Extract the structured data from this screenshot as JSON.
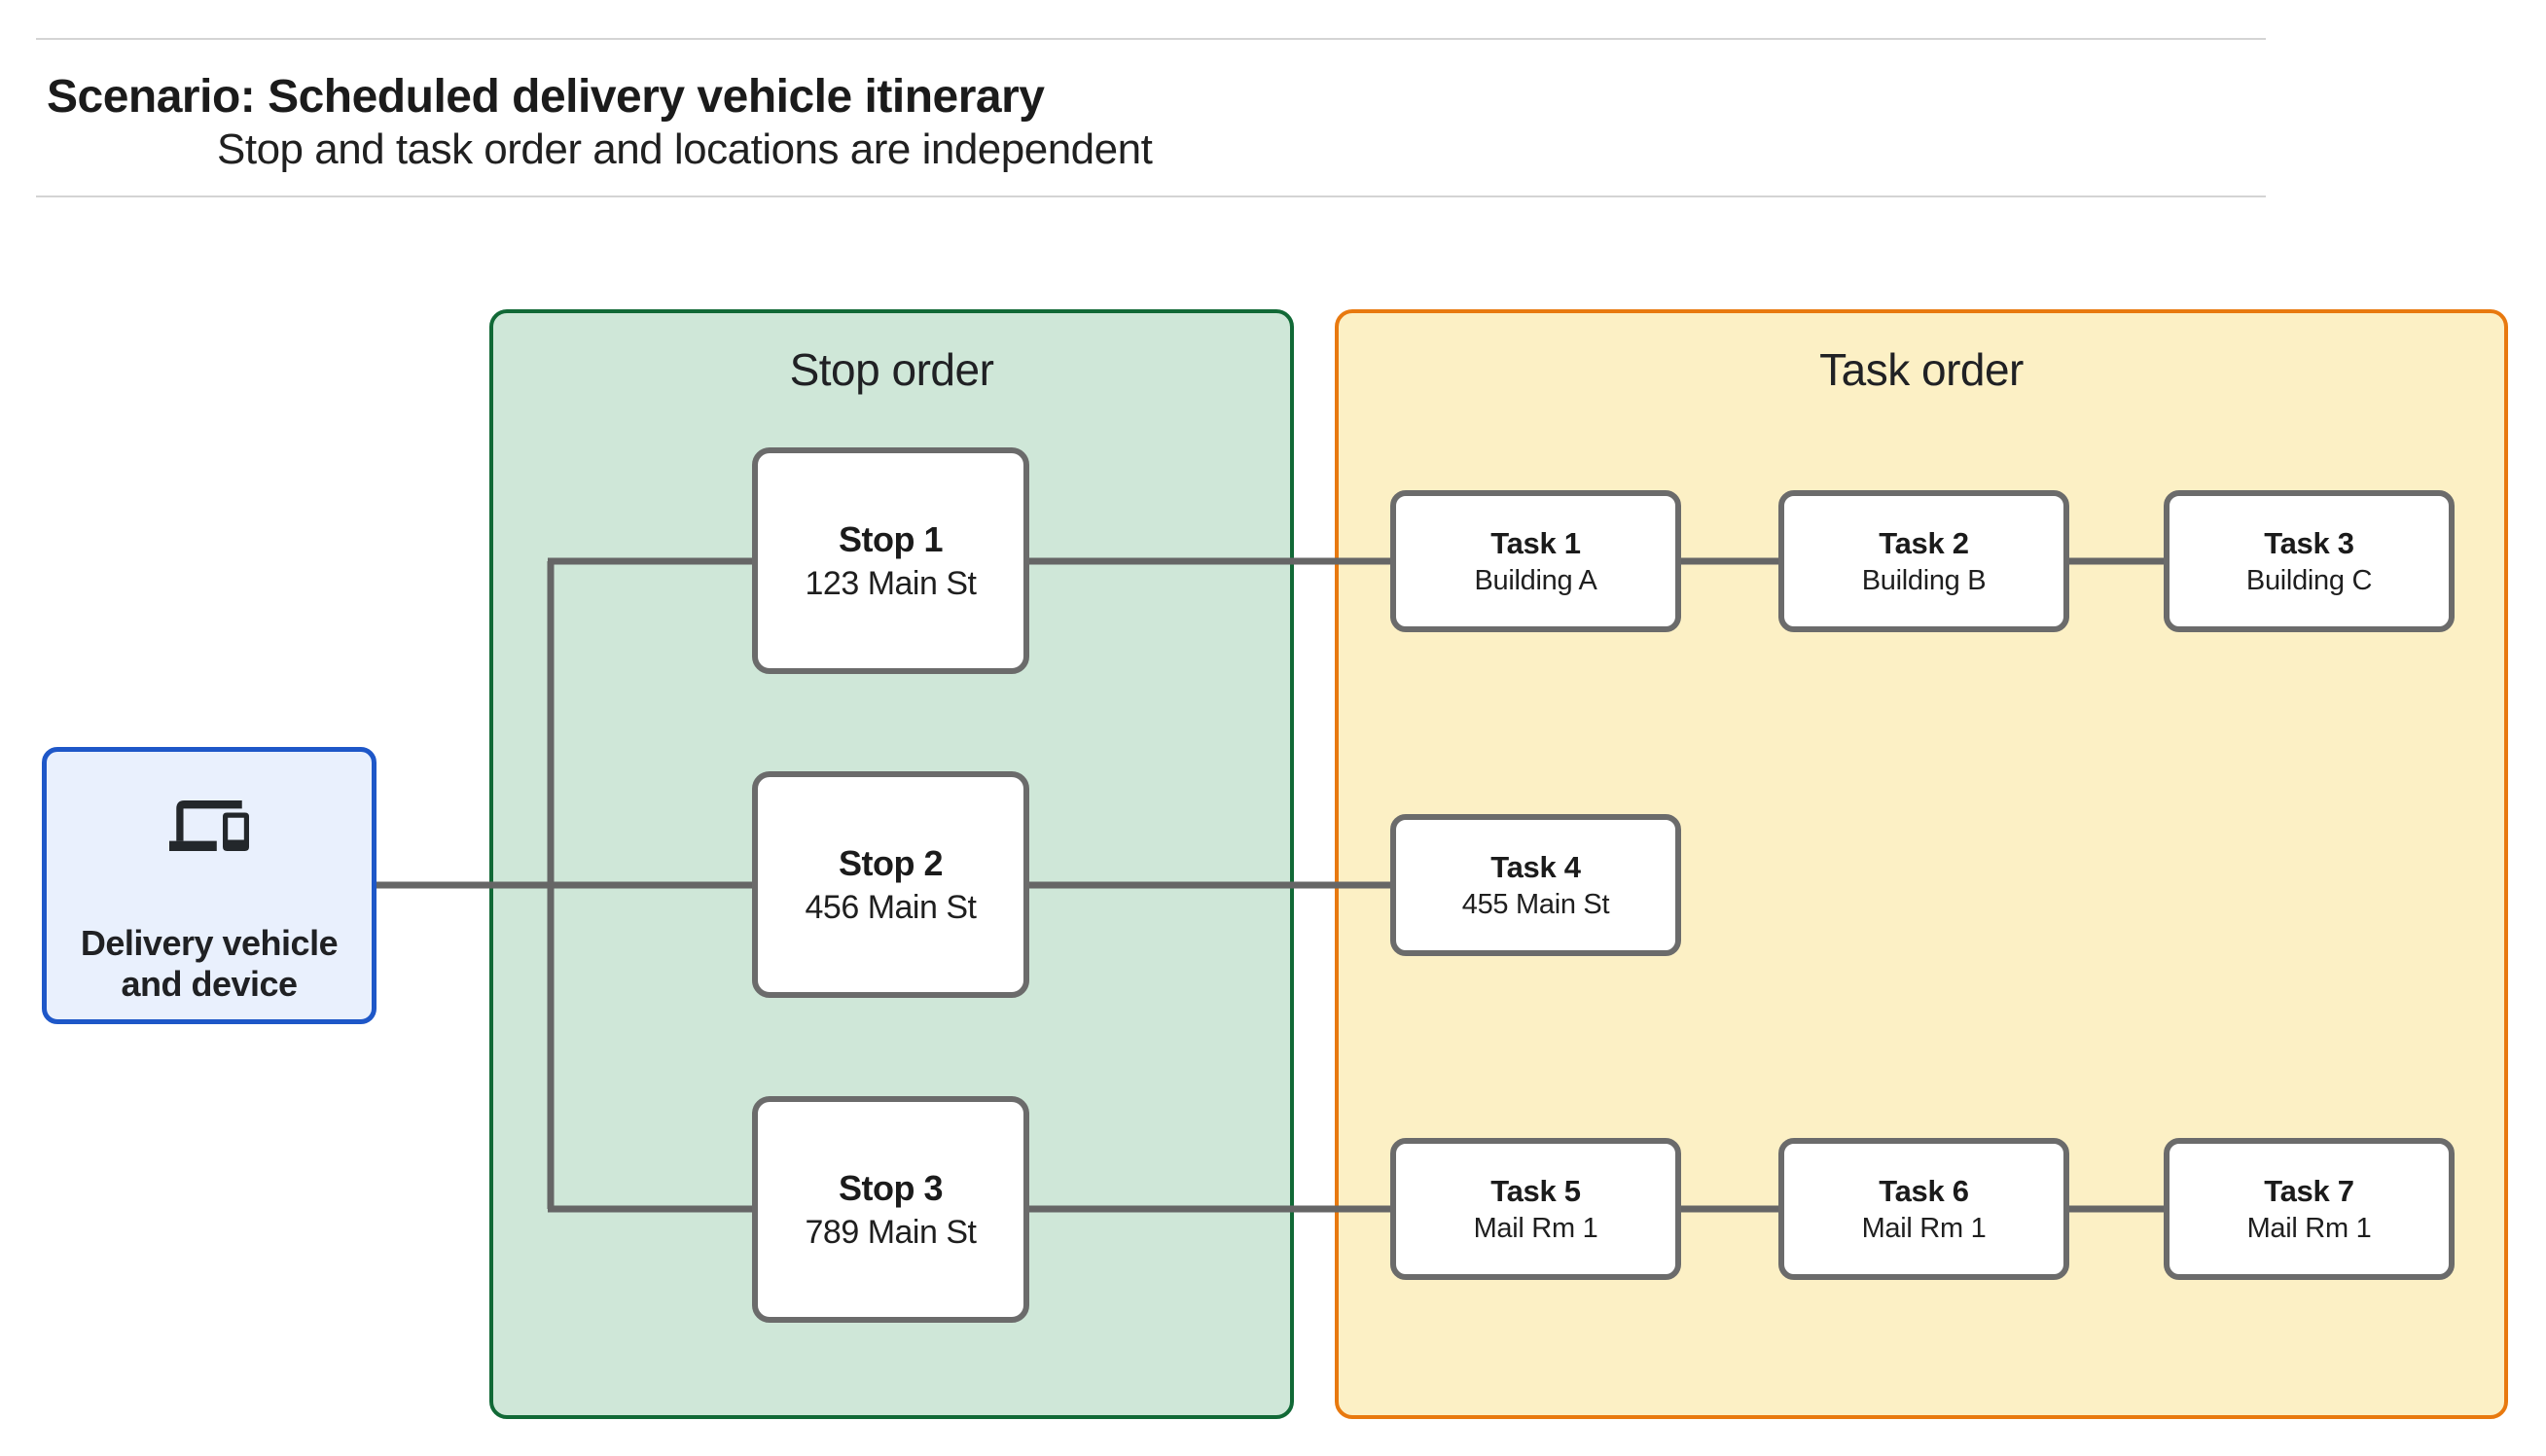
{
  "header": {
    "title": "Scenario: Scheduled delivery vehicle itinerary",
    "subtitle": "Stop and task order and locations are independent"
  },
  "groups": {
    "stop": {
      "title": "Stop order"
    },
    "task": {
      "title": "Task order"
    }
  },
  "device": {
    "label": "Delivery vehicle and device",
    "icon": "devices-icon"
  },
  "stops": [
    {
      "title": "Stop 1",
      "address": "123 Main St"
    },
    {
      "title": "Stop 2",
      "address": "456 Main St"
    },
    {
      "title": "Stop 3",
      "address": "789 Main St"
    }
  ],
  "tasks": [
    {
      "title": "Task 1",
      "location": "Building A"
    },
    {
      "title": "Task 2",
      "location": "Building B"
    },
    {
      "title": "Task 3",
      "location": "Building C"
    },
    {
      "title": "Task 4",
      "location": "455 Main St"
    },
    {
      "title": "Task 5",
      "location": "Mail Rm 1"
    },
    {
      "title": "Task 6",
      "location": "Mail Rm 1"
    },
    {
      "title": "Task 7",
      "location": "Mail Rm 1"
    }
  ],
  "colors": {
    "stop_area_fill": "#cfe7d8",
    "stop_area_border": "#116936",
    "task_area_fill": "#fcf0c5",
    "task_area_border": "#e8790f",
    "device_fill": "#e9f0fd",
    "device_border": "#1e57c8",
    "node_border": "#6b6b6b",
    "wire": "#666666",
    "text": "#1f1f1f",
    "hairline": "#d4d4d4"
  }
}
